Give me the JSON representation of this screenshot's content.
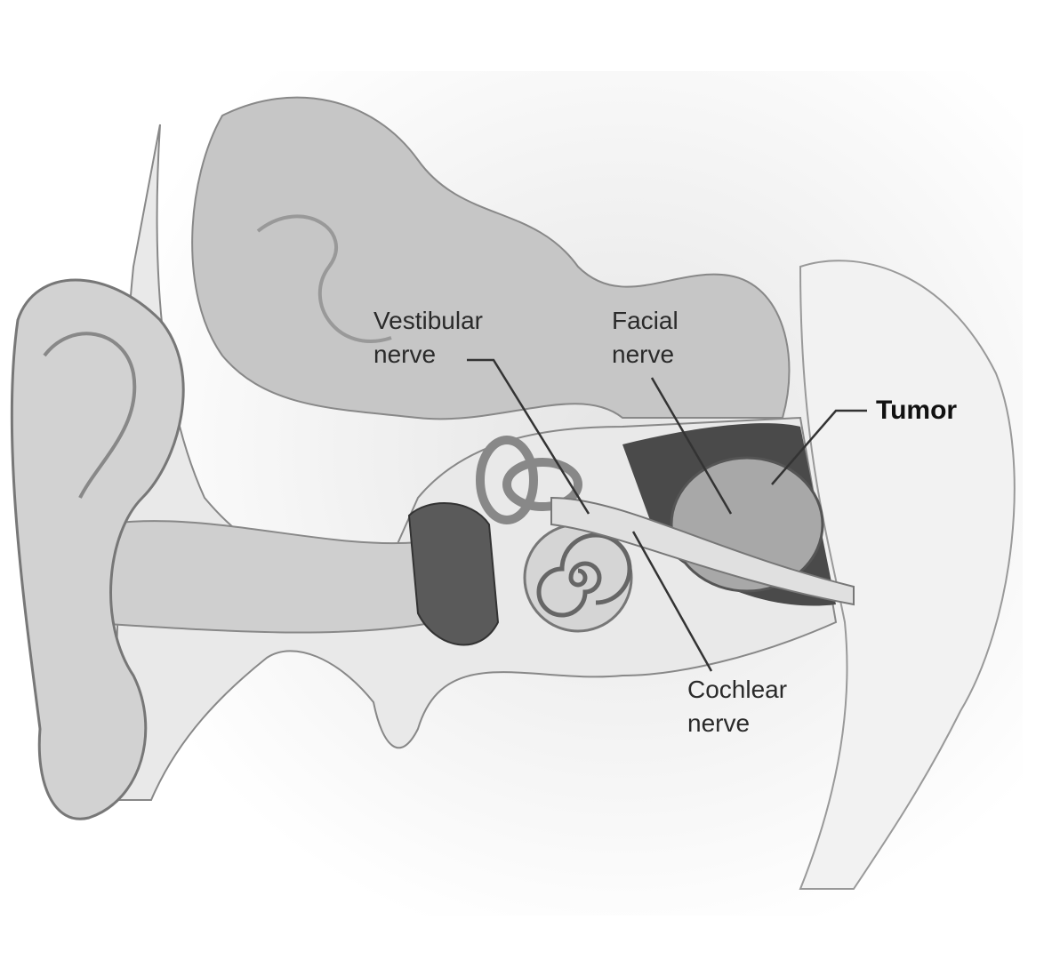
{
  "labels": {
    "vestibular_nerve": [
      "Vestibular",
      "nerve"
    ],
    "facial_nerve": [
      "Facial",
      "nerve"
    ],
    "tumor": "Tumor",
    "cochlear_nerve": [
      "Cochlear",
      "nerve"
    ]
  },
  "colors": {
    "line": "#333333",
    "bone": "#e6e6e6",
    "tissue": "#c9c9c9",
    "dark": "#5a5a5a"
  }
}
